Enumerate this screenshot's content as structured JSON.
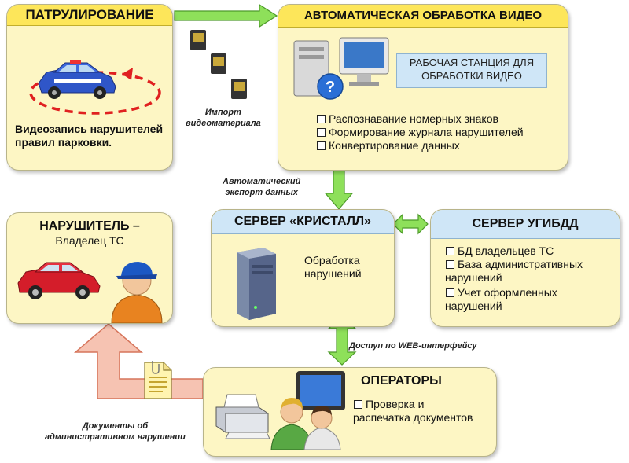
{
  "patrol": {
    "title": "ПАТРУЛИРОВАНИЕ",
    "line1": "Видеозапись нарушителей",
    "line2": "правил парковки."
  },
  "video": {
    "title": "АВТОМАТИЧЕСКАЯ ОБРАБОТКА ВИДЕО",
    "workstation_line1": "РАБОЧАЯ СТАНЦИЯ ДЛЯ",
    "workstation_line2": "ОБРАБОТКИ ВИДЕО",
    "items": [
      "Распознавание номерных знаков",
      "Формирование журнала нарушителей",
      "Конвертирование данных"
    ]
  },
  "import_label": {
    "line1": "Импорт",
    "line2": "видеоматериала"
  },
  "export_label": {
    "line1": "Автоматический",
    "line2": "экспорт данных"
  },
  "violator": {
    "title": "НАРУШИТЕЛЬ –",
    "subtitle": "Владелец ТС"
  },
  "crystal": {
    "title": "СЕРВЕР «КРИСТАЛЛ»",
    "line1": "Обработка",
    "line2": "нарушений"
  },
  "ugibdd": {
    "title": "СЕРВЕР УГИБДД",
    "item1": "БД владельцев ТС",
    "item2_line1": "База административных",
    "item2_line2": "нарушений",
    "item3_line1": "Учет оформленных",
    "item3_line2": "нарушений"
  },
  "web_label": "Доступ по WEB-интерфейсу",
  "operators": {
    "title": "ОПЕРАТОРЫ",
    "item_line1": "Проверка и",
    "item_line2": "распечатка документов"
  },
  "docs_label": {
    "line1": "Документы об",
    "line2": "административном нарушении"
  },
  "colors": {
    "box_fill": "#fdf6c4",
    "header_yellow": "#fde65a",
    "header_blue": "#cfe6f7",
    "arrow_green": "#8ee05a",
    "arrow_pink": "#f4b8a8"
  }
}
